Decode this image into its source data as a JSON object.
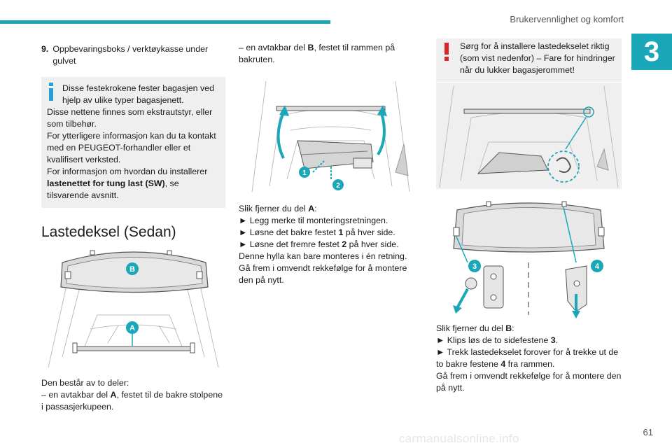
{
  "header": {
    "running_title": "Brukervennlighet og komfort",
    "chapter": "3"
  },
  "footer": {
    "page_number": "61",
    "watermark": "carmanualsonline.info"
  },
  "col1": {
    "item9_num": "9.",
    "item9_text": "Oppbevaringsboks / verktøykasse under gulvet",
    "info_line1": "Disse festekrokene fester bagasjen ved hjelp av ulike typer bagasjenett.",
    "info_line2": "Disse nettene finnes som ekstrautstyr, eller som tilbehør.",
    "info_line3": "For ytterligere informasjon kan du ta kontakt med en PEUGEOT-forhandler eller et kvalifisert verksted.",
    "info_line4_pre": "For informasjon om hvordan du installerer ",
    "info_line4_bold": "lastenettet for tung last (SW)",
    "info_line4_post": ", se tilsvarende avsnitt.",
    "section_title": "Lastedeksel (Sedan)",
    "label_b": "B",
    "label_a": "A",
    "consists": "Den består av to deler:",
    "part_a_pre": "– en avtakbar del ",
    "part_a_bold": "A",
    "part_a_post": ", festet til de bakre stolpene i passasjerkupeen."
  },
  "col2": {
    "part_b_pre": "– en avtakbar del ",
    "part_b_bold": "B",
    "part_b_post": ", festet til rammen på bakruten.",
    "marker1": "1",
    "marker2": "2",
    "remove_a_pre": "Slik fjerner du del ",
    "remove_a_bold": "A",
    "remove_a_post": ":",
    "step1": "► Legg merke til monteringsretningen.",
    "step2_pre": "► Løsne det bakre festet ",
    "step2_bold": "1",
    "step2_post": " på hver side.",
    "step3_pre": "► Løsne det fremre festet ",
    "step3_bold": "2",
    "step3_post": " på hver side.",
    "note1": "Denne hylla kan bare monteres i én retning.",
    "note2": "Gå frem i omvendt rekkefølge for å montere den på nytt."
  },
  "col3": {
    "warning": "Sørg for å installere lastedekselet riktig (som vist nedenfor) – Fare for hindringer når du lukker bagasjerommet!",
    "marker3": "3",
    "marker4": "4",
    "remove_b_pre": "Slik fjerner du del ",
    "remove_b_bold": "B",
    "remove_b_post": ":",
    "stepb1_pre": "► Klips løs de to sidefestene ",
    "stepb1_bold": "3",
    "stepb1_post": ".",
    "stepb2_pre": "► Trekk lastedekselet forover for å trekke ut de to bakre festene ",
    "stepb2_bold": "4",
    "stepb2_post": " fra rammen.",
    "noteb": "Gå frem i omvendt rekkefølge for å montere den på nytt."
  },
  "colors": {
    "accent": "#1aa7b8",
    "warning_red": "#d9252a",
    "info_blue": "#2a9fd6"
  }
}
